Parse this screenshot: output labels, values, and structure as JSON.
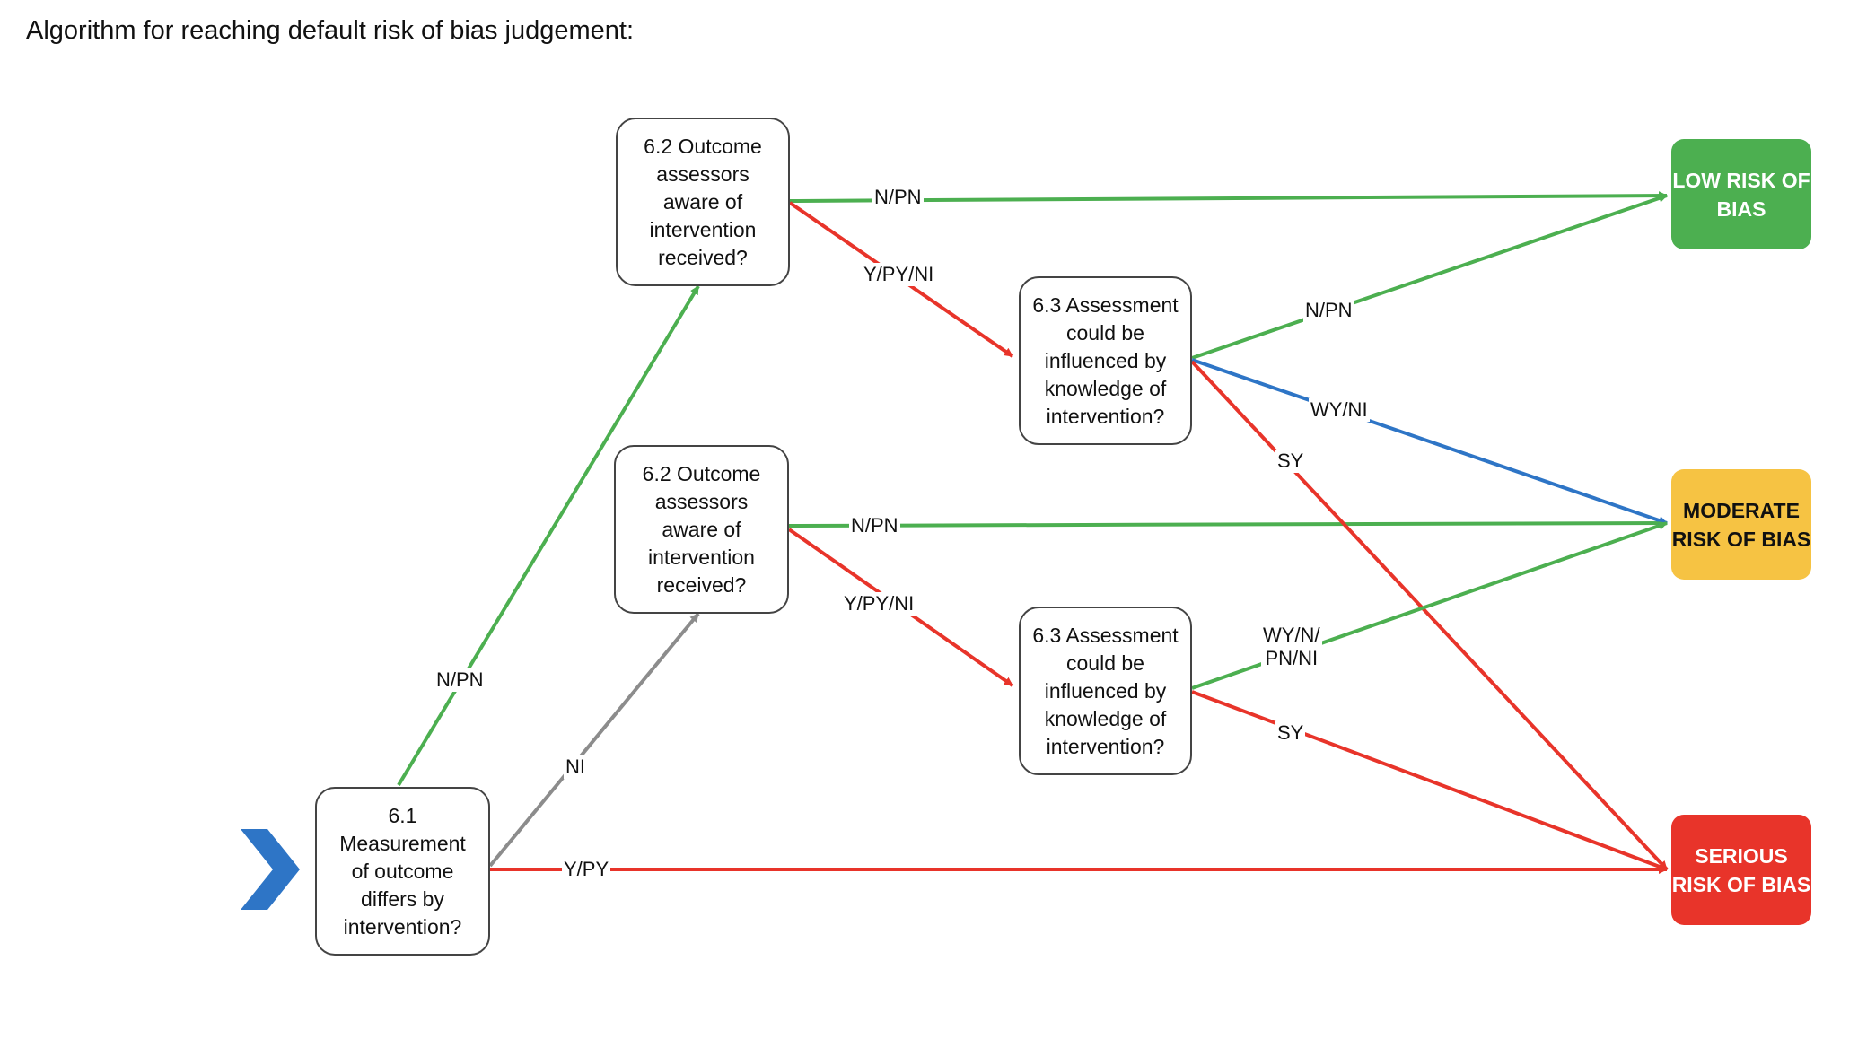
{
  "title": "Algorithm for reaching default risk of bias judgement:",
  "nodes": {
    "q61": "6.1\nMeasurement\nof outcome\ndiffers by\nintervention?",
    "q62_top": "6.2 Outcome\nassessors\naware of\nintervention\nreceived?",
    "q62_mid": "6.2 Outcome\nassessors\naware of\nintervention\nreceived?",
    "q63_top": "6.3 Assessment\ncould be\ninfluenced by\nknowledge of\nintervention?",
    "q63_mid": "6.3 Assessment\ncould be\ninfluenced by\nknowledge of\nintervention?"
  },
  "outcomes": {
    "low": "LOW RISK OF\nBIAS",
    "moderate": "MODERATE\nRISK OF BIAS",
    "serious": "SERIOUS\nRISK OF BIAS"
  },
  "edge_labels": {
    "q61_npn": "N/PN",
    "q61_ni": "NI",
    "q61_ypy": "Y/PY",
    "q62top_npn": "N/PN",
    "q62top_ypyni": "Y/PY/NI",
    "q62mid_npn": "N/PN",
    "q62mid_ypyni": "Y/PY/NI",
    "q63top_npn": "N/PN",
    "q63top_wyni": "WY/NI",
    "q63top_sy": "SY",
    "q63mid_wynpnni": "WY/N/\nPN/NI",
    "q63mid_sy": "SY"
  },
  "colors": {
    "green": "#4caf50",
    "red": "#e8342a",
    "blue": "#2e75c6",
    "gray": "#8c8c8c",
    "chevron": "#2e75c6"
  }
}
